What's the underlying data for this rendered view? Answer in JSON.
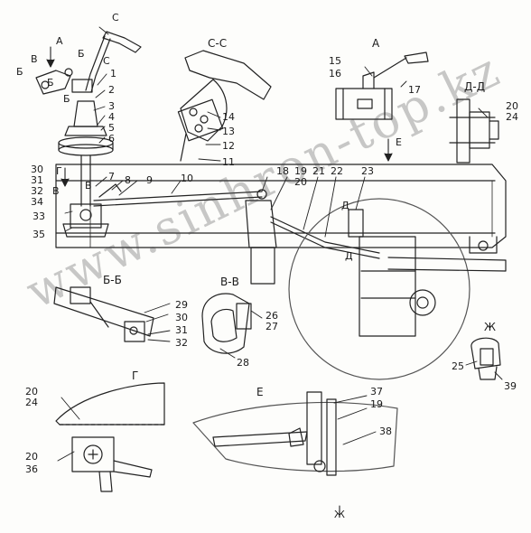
{
  "watermark": "www.sinhron-top.kz",
  "sections": {
    "cc": "C-C",
    "a": "А",
    "dd": "Д-Д",
    "bb": "Б-Б",
    "vv": "В-В",
    "g": "Г",
    "e": "Е",
    "zh": "Ж"
  },
  "view_markers": {
    "c_top": "C",
    "c_mid": "C",
    "a_arrow": "А",
    "b1": "Б",
    "b2": "Б",
    "b3": "Б",
    "b4": "Б",
    "v1": "В",
    "v2": "В",
    "v3": "В",
    "g_arrow": "Г",
    "d1": "Д",
    "d2": "Д",
    "e_arrow": "Е",
    "zh_arrow": "Ж"
  },
  "callouts": {
    "n1": "1",
    "n2": "2",
    "n3": "3",
    "n4": "4",
    "n5": "5",
    "n6": "6",
    "n7": "7",
    "n8": "8",
    "n9": "9",
    "n10": "10",
    "n11": "11",
    "n12": "12",
    "n13": "13",
    "n14": "14",
    "n15": "15",
    "n16": "16",
    "n17": "17",
    "n18": "18",
    "n19a": "19",
    "n19b": "19",
    "n20a": "20",
    "n20b": "20",
    "n20c": "20",
    "n20d": "20",
    "n21": "21",
    "n22": "22",
    "n23": "23",
    "n24a": "24",
    "n24b": "24",
    "n25": "25",
    "n26": "26",
    "n27": "27",
    "n28": "28",
    "n29": "29",
    "n30a": "30",
    "n30b": "30",
    "n31a": "31",
    "n31b": "31",
    "n32a": "32",
    "n32b": "32",
    "n33": "33",
    "n34": "34",
    "n35": "35",
    "n36": "36",
    "n37": "37",
    "n38": "38",
    "n39": "39"
  }
}
